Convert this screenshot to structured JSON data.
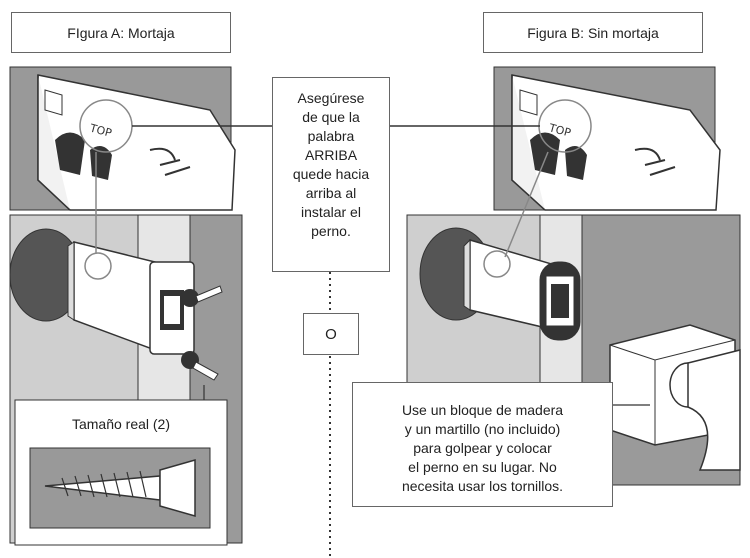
{
  "figure_a": {
    "title": "FIgura A: Mortaja"
  },
  "figure_b": {
    "title": "Figura B: Sin mortaja"
  },
  "top_callout": {
    "lines": [
      "Asegúrese",
      "de que la",
      "palabra",
      "ARRIBA",
      "quede hacia",
      "arriba al",
      "instalar el",
      "perno."
    ]
  },
  "or_label": "O",
  "screw_label": "Tamaño real (2)",
  "block_callout": {
    "lines": [
      "Use un bloque de madera",
      "y un martillo (no incluido)",
      "para golpear y colocar",
      "el perno en su lugar. No",
      "necesita usar los tornillos."
    ]
  },
  "latch_marking": "TOP",
  "colors": {
    "panel_gray": "#999999",
    "light_gray": "#cccccc",
    "mid_gray": "#b0b0b0",
    "dark_gray": "#555555",
    "line": "#333333"
  }
}
